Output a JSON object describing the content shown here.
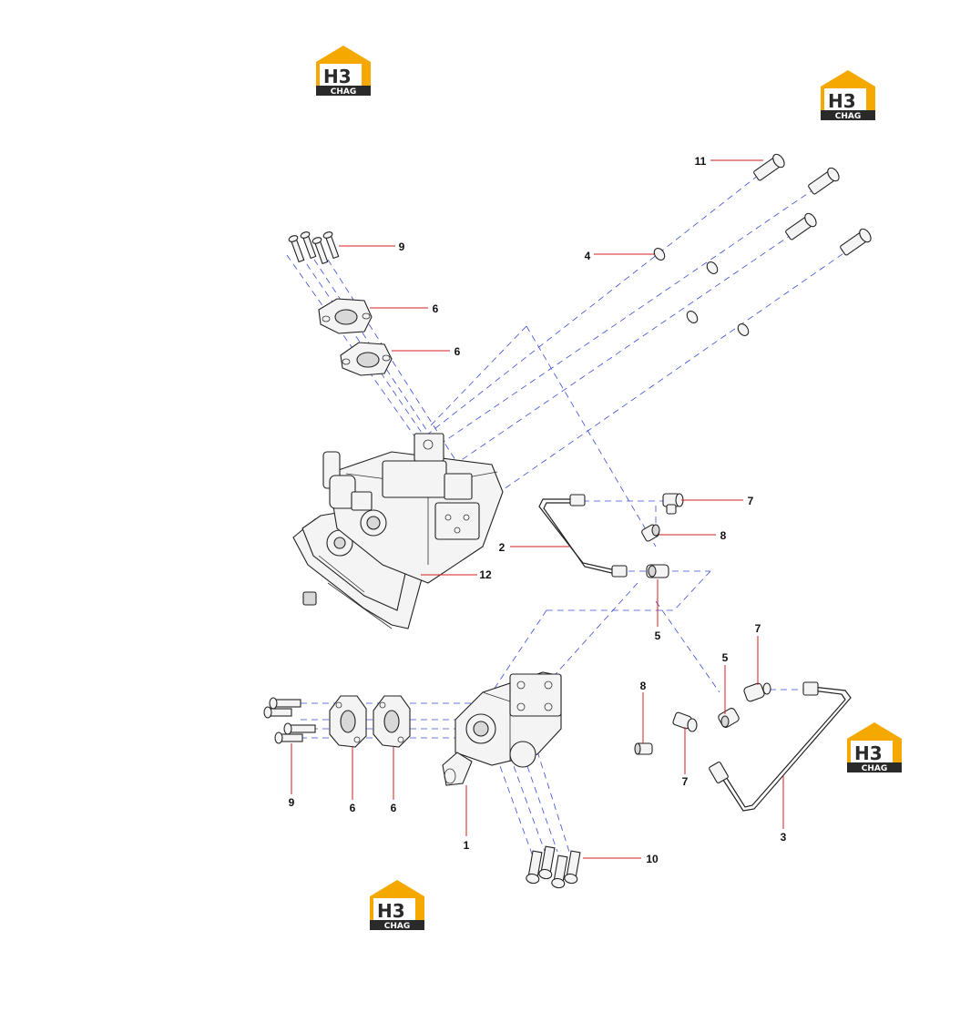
{
  "colors": {
    "logo_orange": "#f5a800",
    "logo_dark": "#2a2a2a",
    "leader_red": "#d0201f",
    "centerline_blue": "#3a4cd6",
    "linework": "#222222"
  },
  "logo": {
    "letters": "H3",
    "sub": "CHAG",
    "icon": "house-logo-icon"
  },
  "callouts": [
    {
      "id": "c11",
      "label": "11"
    },
    {
      "id": "c9a",
      "label": "9"
    },
    {
      "id": "c4",
      "label": "4"
    },
    {
      "id": "c6a",
      "label": "6"
    },
    {
      "id": "c6b",
      "label": "6"
    },
    {
      "id": "c7a",
      "label": "7"
    },
    {
      "id": "c8a",
      "label": "8"
    },
    {
      "id": "c2",
      "label": "2"
    },
    {
      "id": "c12",
      "label": "12"
    },
    {
      "id": "c5a",
      "label": "5"
    },
    {
      "id": "c7b",
      "label": "7"
    },
    {
      "id": "c5b",
      "label": "5"
    },
    {
      "id": "c8b",
      "label": "8"
    },
    {
      "id": "c7c",
      "label": "7"
    },
    {
      "id": "c9b",
      "label": "9"
    },
    {
      "id": "c6c",
      "label": "6"
    },
    {
      "id": "c6d",
      "label": "6"
    },
    {
      "id": "c1",
      "label": "1"
    },
    {
      "id": "c3",
      "label": "3"
    },
    {
      "id": "c10",
      "label": "10"
    }
  ]
}
